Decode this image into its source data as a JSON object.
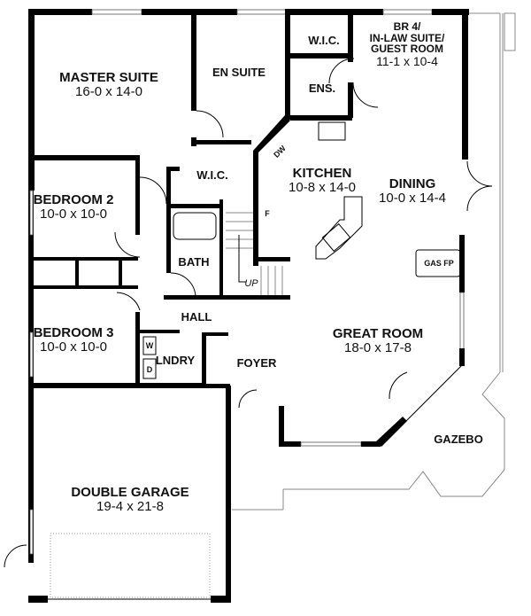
{
  "plan": {
    "rooms": [
      {
        "id": "master-suite",
        "name": "MASTER SUITE",
        "dims": "16-0 x 14-0"
      },
      {
        "id": "bedroom-2",
        "name": "BEDROOM 2",
        "dims": "10-0 x 10-0"
      },
      {
        "id": "bedroom-3",
        "name": "BEDROOM 3",
        "dims": "10-0 x 10-0"
      },
      {
        "id": "br4",
        "name": "BR 4/\nIN-LAW SUITE/\nGUEST ROOM",
        "name_lines": [
          "BR 4/",
          "IN-LAW SUITE/",
          "GUEST ROOM"
        ],
        "dims": "11-1 x 10-4"
      },
      {
        "id": "kitchen",
        "name": "KITCHEN",
        "dims": "10-8 x 14-0"
      },
      {
        "id": "dining",
        "name": "DINING",
        "dims": "10-0 x 14-4"
      },
      {
        "id": "great-room",
        "name": "GREAT ROOM",
        "dims": "18-0 x 17-8"
      },
      {
        "id": "double-garage",
        "name": "DOUBLE GARAGE",
        "dims": "19-4 x 21-8"
      }
    ],
    "small_labels": {
      "en_suite": "EN SUITE",
      "wic_master": "W.I.C.",
      "wic_br4": "W.I.C.",
      "ens": "ENS.",
      "bath": "BATH",
      "hall": "HALL",
      "lndry": "LNDRY",
      "foyer": "FOYER",
      "gazebo": "GAZEBO",
      "gas_fp": "GAS FP",
      "dw": "DW",
      "fridge": "F",
      "up": "UP",
      "washer": "W",
      "dryer": "D"
    }
  }
}
